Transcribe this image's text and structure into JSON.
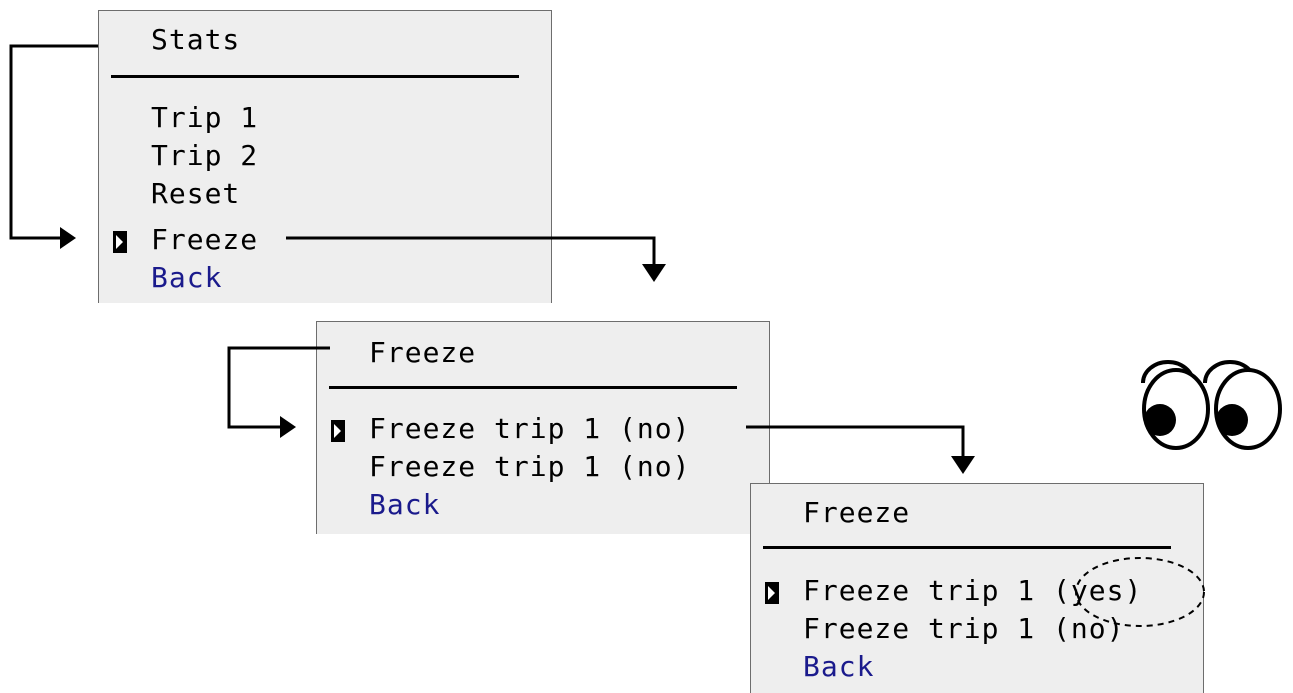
{
  "stats_menu": {
    "title": "Stats",
    "items": [
      "Trip 1",
      "Trip 2",
      "Reset",
      "Freeze"
    ],
    "back": "Back"
  },
  "freeze_menu": {
    "title": "Freeze",
    "items": [
      "Freeze trip 1 (no)",
      "Freeze trip 1 (no)"
    ],
    "back": "Back"
  },
  "freeze_menu_result": {
    "title": "Freeze",
    "item1_prefix": "Freeze trip 1",
    "item1_value": "(yes)",
    "item2_prefix": "Freeze trip 1",
    "item2_value": "(no)",
    "back": "Back"
  }
}
